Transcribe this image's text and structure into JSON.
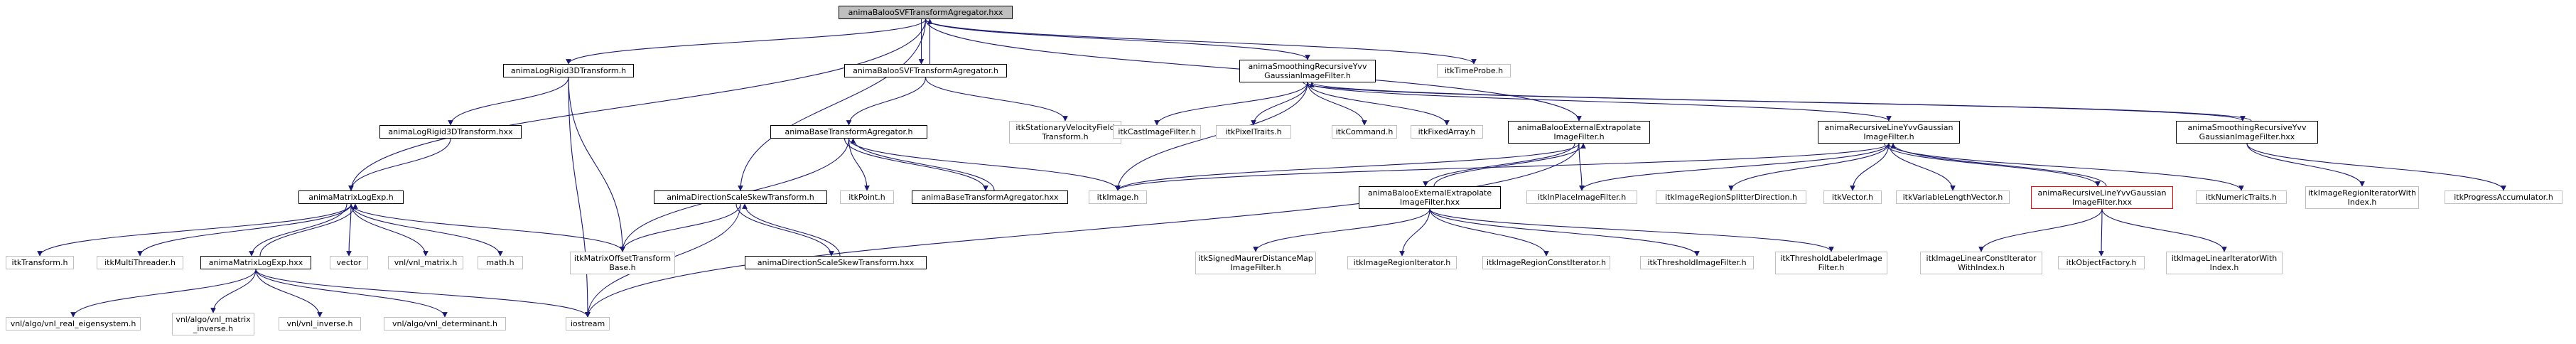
{
  "colors": {
    "edge": "#191970",
    "border_dark": "#000000",
    "border_light": "#bfbfbf",
    "border_highlight": "#ff0000",
    "root_fill": "#bfbfbf"
  },
  "nodes": {
    "root": "animaBalooSVFTransformAgregator.hxx",
    "logrigid_h": "animaLogRigid3DTransform.h",
    "svfagg_h": "animaBalooSVFTransformAgregator.h",
    "smoothing_h": "animaSmoothingRecursiveYvv\nGaussianImageFilter.h",
    "timeprobe": "itkTimeProbe.h",
    "logrigid_hxx": "animaLogRigid3DTransform.hxx",
    "basetrans_h": "animaBaseTransformAgregator.h",
    "stationary": "itkStationaryVelocityField\nTransform.h",
    "castimg": "itkCastImageFilter.h",
    "pixeltraits": "itkPixelTraits.h",
    "command": "itkCommand.h",
    "fixedarray": "itkFixedArray.h",
    "extrap_h": "animaBalooExternalExtrapolate\nImageFilter.h",
    "lineyvv_h": "animaRecursiveLineYvvGaussian\nImageFilter.h",
    "smoothing_hxx": "animaSmoothingRecursiveYvv\nGaussianImageFilter.hxx",
    "matrixlog_h": "animaMatrixLogExp.h",
    "dirskew_h": "animaDirectionScaleSkewTransform.h",
    "itkpoint": "itkPoint.h",
    "basetrans_hxx": "animaBaseTransformAgregator.hxx",
    "itkimage": "itkImage.h",
    "extrap_hxx": "animaBalooExternalExtrapolate\nImageFilter.hxx",
    "inplace": "itkInPlaceImageFilter.h",
    "splitter": "itkImageRegionSplitterDirection.h",
    "itkvector": "itkVector.h",
    "varlen": "itkVariableLengthVector.h",
    "lineyvv_hxx": "animaRecursiveLineYvvGaussian\nImageFilter.hxx",
    "numtraits": "itkNumericTraits.h",
    "regioniterwithindex": "itkImageRegionIteratorWith\nIndex.h",
    "progress": "itkProgressAccumulator.h",
    "itktransform": "itkTransform.h",
    "multithreader": "itkMultiThreader.h",
    "matrixlog_hxx": "animaMatrixLogExp.hxx",
    "vector": "vector",
    "vnl_matrix": "vnl/vnl_matrix.h",
    "math": "math.h",
    "matrixoffset": "itkMatrixOffsetTransform\nBase.h",
    "dirskew_hxx": "animaDirectionScaleSkewTransform.hxx",
    "maurer": "itkSignedMaurerDistanceMap\nImageFilter.h",
    "regioniter": "itkImageRegionIterator.h",
    "regionconstiter": "itkImageRegionConstIterator.h",
    "threshold": "itkThresholdImageFilter.h",
    "threshlabeler": "itkThresholdLabelerImage\nFilter.h",
    "linearconstiter": "itkImageLinearConstIterator\nWithIndex.h",
    "objectfactory": "itkObjectFactory.h",
    "lineariter": "itkImageLinearIteratorWith\nIndex.h",
    "eigensystem": "vnl/algo/vnl_real_eigensystem.h",
    "matrix_inverse": "vnl/algo/vnl_matrix\n_inverse.h",
    "vnl_inverse": "vnl/vnl_inverse.h",
    "determinant": "vnl/algo/vnl_determinant.h",
    "iostream": "iostream"
  }
}
